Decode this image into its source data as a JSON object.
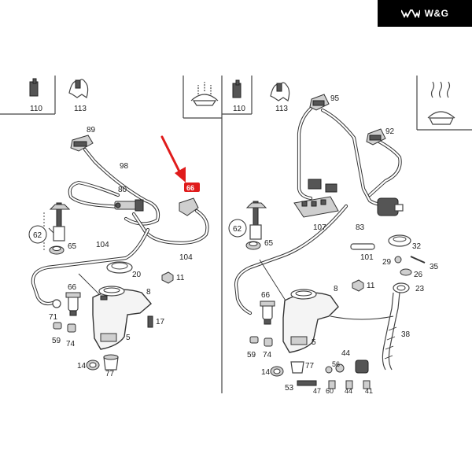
{
  "brand": {
    "text": "W&G",
    "icon": "w-and-g-logo-icon"
  },
  "highlight": {
    "color": "#e01b1b",
    "badge_text": "66"
  },
  "left_panel": {
    "header_labels": [
      "110",
      "113"
    ],
    "labels": {
      "p89": "89",
      "p98": "98",
      "p80": "80",
      "p62": "62",
      "p65": "65",
      "p104a": "104",
      "p104b": "104",
      "p20": "20",
      "p11": "11",
      "p66": "66",
      "p8": "8",
      "p71": "71",
      "p59": "59",
      "p74": "74",
      "p5": "5",
      "p17": "17",
      "p14": "14",
      "p77": "77"
    }
  },
  "right_panel": {
    "header_labels": [
      "110",
      "113",
      "95"
    ],
    "labels": {
      "p92": "92",
      "p107": "107",
      "p83": "83",
      "p62": "62",
      "p65": "65",
      "p101": "101",
      "p32": "32",
      "p29": "29",
      "p35": "35",
      "p26": "26",
      "p11": "11",
      "p8": "8",
      "p23": "23",
      "p66": "66",
      "p38": "38",
      "p5": "5",
      "p59": "59",
      "p74": "74",
      "p44a": "44",
      "p56": "56",
      "p14": "14",
      "p77": "77",
      "p53": "53",
      "p47": "47",
      "p60": "60",
      "p44b": "44",
      "p41": "41"
    }
  }
}
